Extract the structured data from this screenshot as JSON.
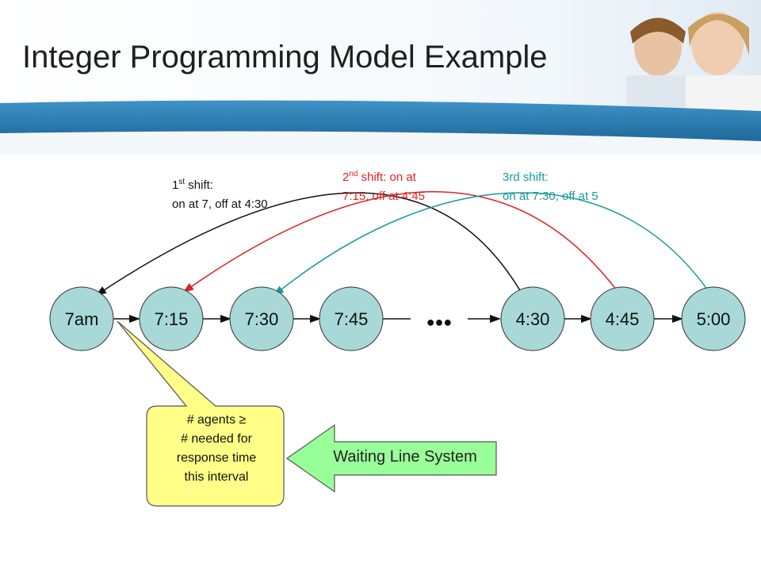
{
  "header": {
    "title": "Integer Programming Model Example",
    "colors": {
      "band": "#2d7fb5",
      "band_dark": "#1a5e92",
      "banner_bg": "#eef4fa"
    }
  },
  "nodes": [
    "7am",
    "7:15",
    "7:30",
    "7:45",
    "4:30",
    "4:45",
    "5:00"
  ],
  "ellipsis": "●●●",
  "shifts": [
    {
      "sup": "st",
      "num": "1",
      "line1": " shift:",
      "line2": "on at 7, off at 4:30",
      "color": "#111111"
    },
    {
      "sup": "nd",
      "num": "2",
      "line1": " shift: on at",
      "line2": "7:15, off at 4:45",
      "color": "#dd2222"
    },
    {
      "sup": "",
      "num": "",
      "line1": "3rd shift:",
      "line2": "on at 7:30, off at 5",
      "color": "#1a9a9a"
    }
  ],
  "callout": {
    "lines": [
      "# agents ≥",
      "# needed for",
      "response time",
      "this interval"
    ],
    "fill": "#ffff88"
  },
  "waiting_line": {
    "label": "Waiting Line System",
    "fill": "#99ff99"
  },
  "node_fill": "#a8d8d8"
}
